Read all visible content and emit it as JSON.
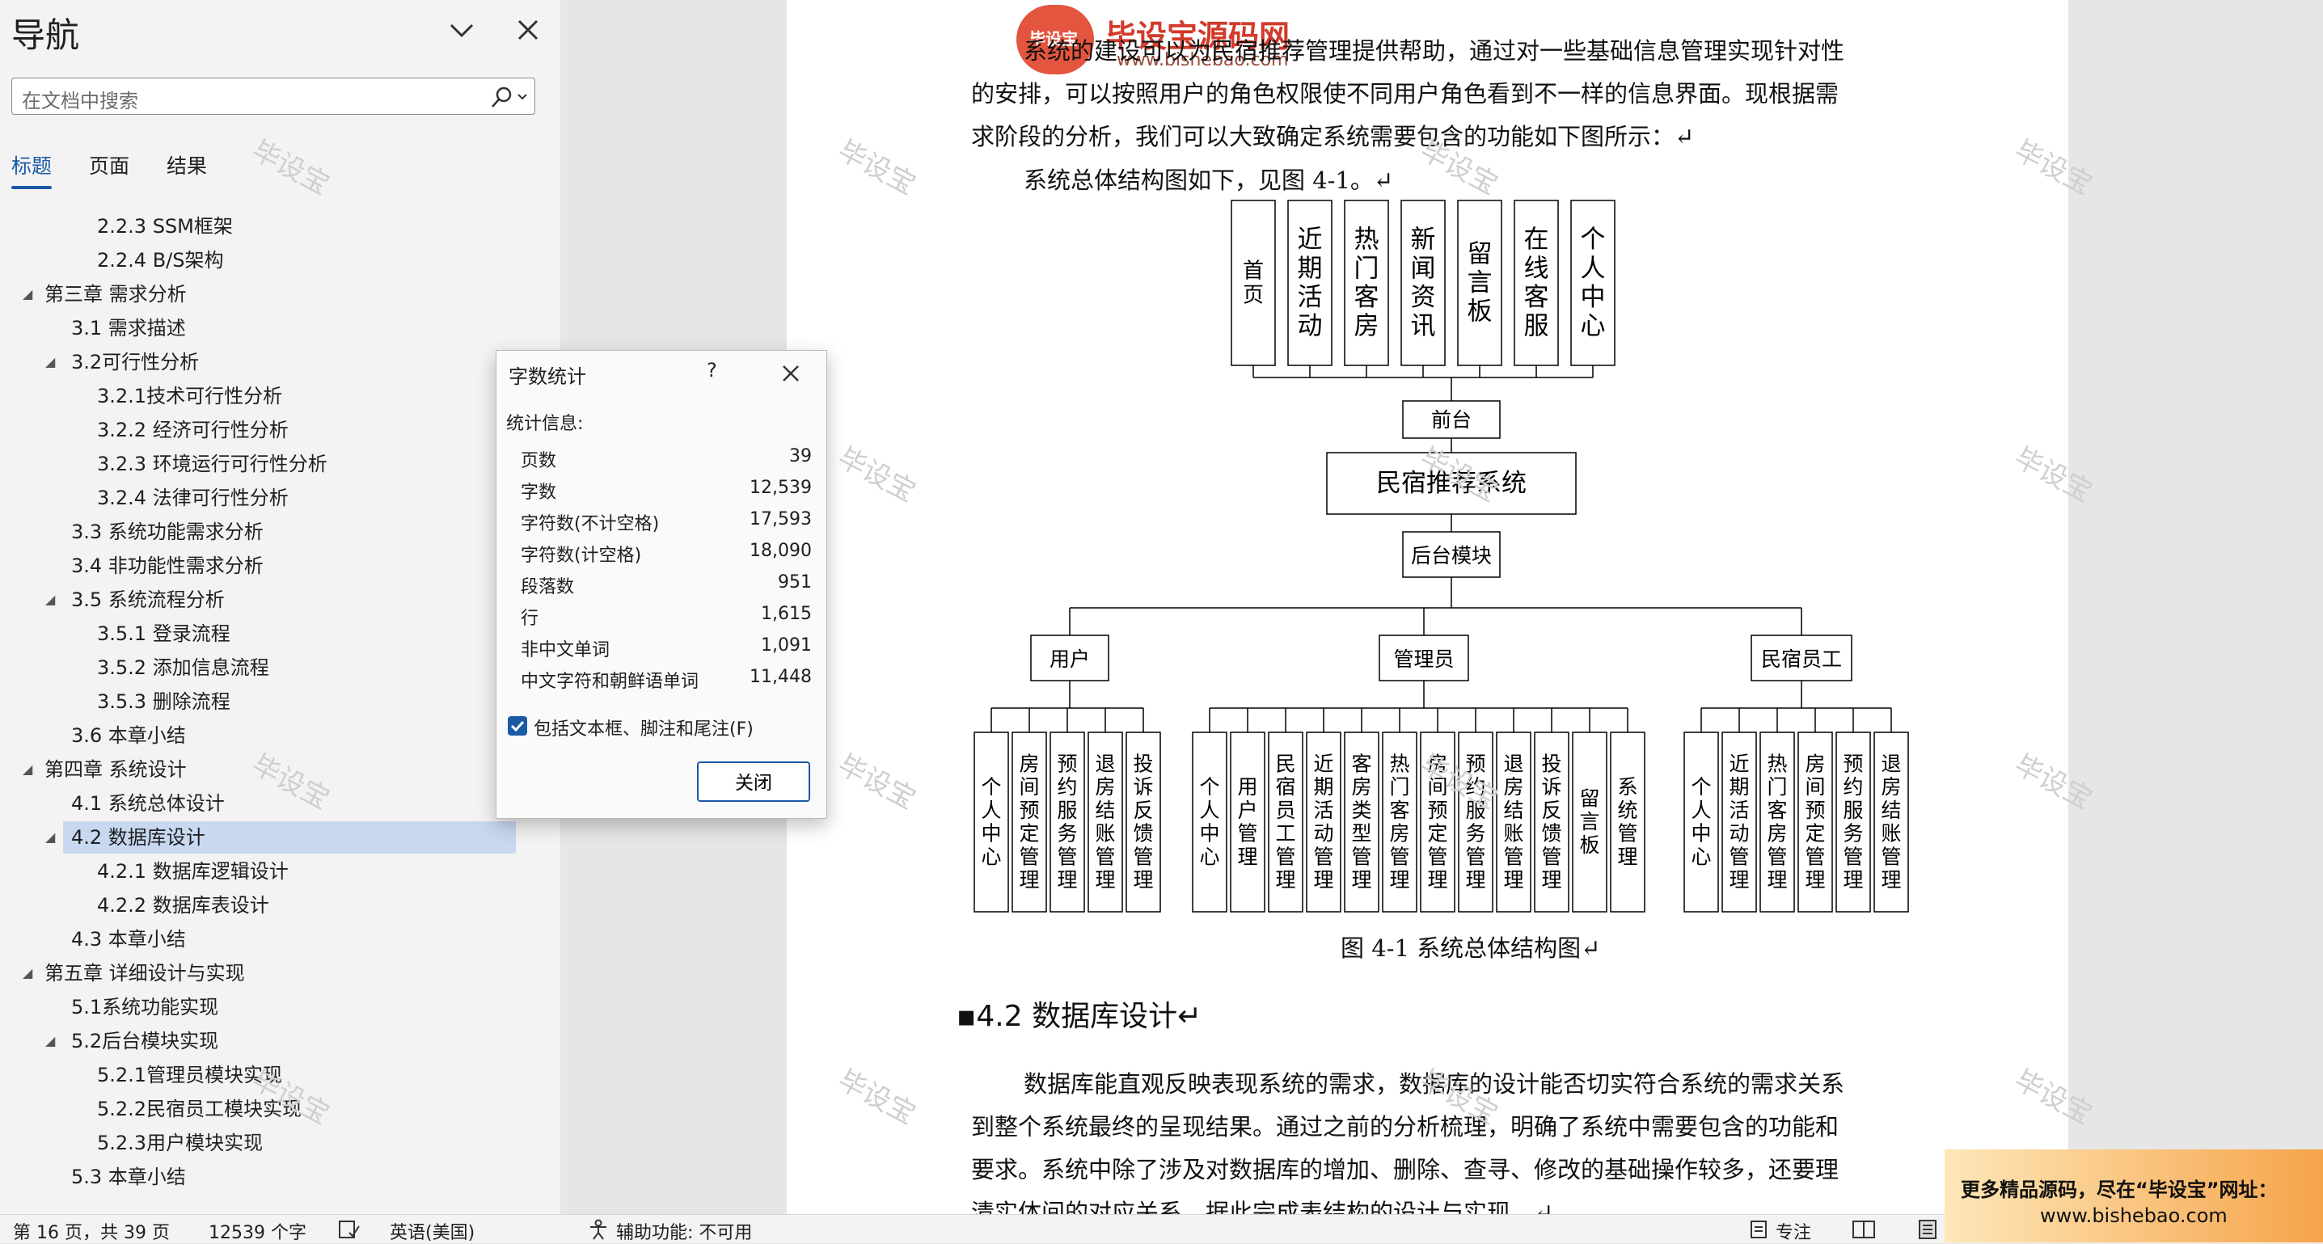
{
  "nav": {
    "title": "导航",
    "search_placeholder": "在文档中搜索",
    "tabs": [
      "标题",
      "页面",
      "结果"
    ],
    "items": [
      {
        "label": "2.2.3 SSM框架",
        "level": 3,
        "toggle": ""
      },
      {
        "label": "2.2.4 B/S架构",
        "level": 3,
        "toggle": ""
      },
      {
        "label": "第三章 需求分析",
        "level": 1,
        "toggle": "◢"
      },
      {
        "label": "3.1 需求描述",
        "level": 2,
        "toggle": ""
      },
      {
        "label": "3.2可行性分析",
        "level": 2,
        "toggle": "◢"
      },
      {
        "label": "3.2.1技术可行性分析",
        "level": 3,
        "toggle": ""
      },
      {
        "label": "3.2.2 经济可行性分析",
        "level": 3,
        "toggle": ""
      },
      {
        "label": "3.2.3 环境运行可行性分析",
        "level": 3,
        "toggle": ""
      },
      {
        "label": "3.2.4 法律可行性分析",
        "level": 3,
        "toggle": ""
      },
      {
        "label": "3.3 系统功能需求分析",
        "level": 2,
        "toggle": ""
      },
      {
        "label": "3.4 非功能性需求分析",
        "level": 2,
        "toggle": ""
      },
      {
        "label": "3.5 系统流程分析",
        "level": 2,
        "toggle": "◢"
      },
      {
        "label": "3.5.1 登录流程",
        "level": 3,
        "toggle": ""
      },
      {
        "label": "3.5.2 添加信息流程",
        "level": 3,
        "toggle": ""
      },
      {
        "label": "3.5.3 删除流程",
        "level": 3,
        "toggle": ""
      },
      {
        "label": "3.6 本章小结",
        "level": 2,
        "toggle": ""
      },
      {
        "label": "第四章 系统设计",
        "level": 1,
        "toggle": "◢"
      },
      {
        "label": "4.1 系统总体设计",
        "level": 2,
        "toggle": ""
      },
      {
        "label": "4.2 数据库设计",
        "level": 2,
        "toggle": "◢",
        "selected": true
      },
      {
        "label": "4.2.1 数据库逻辑设计",
        "level": 3,
        "toggle": ""
      },
      {
        "label": "4.2.2 数据库表设计",
        "level": 3,
        "toggle": ""
      },
      {
        "label": "4.3 本章小结",
        "level": 2,
        "toggle": ""
      },
      {
        "label": "第五章 详细设计与实现",
        "level": 1,
        "toggle": "◢"
      },
      {
        "label": "5.1系统功能实现",
        "level": 2,
        "toggle": ""
      },
      {
        "label": "5.2后台模块实现",
        "level": 2,
        "toggle": "◢"
      },
      {
        "label": "5.2.1管理员模块实现",
        "level": 3,
        "toggle": ""
      },
      {
        "label": "5.2.2民宿员工模块实现",
        "level": 3,
        "toggle": ""
      },
      {
        "label": "5.2.3用户模块实现",
        "level": 3,
        "toggle": ""
      },
      {
        "label": "5.3 本章小结",
        "level": 2,
        "toggle": ""
      }
    ]
  },
  "dialog": {
    "title": "字数统计",
    "help": "?",
    "subtitle": "统计信息:",
    "stats": [
      {
        "label": "页数",
        "value": "39"
      },
      {
        "label": "字数",
        "value": "12,539"
      },
      {
        "label": "字符数(不计空格)",
        "value": "17,593"
      },
      {
        "label": "字符数(计空格)",
        "value": "18,090"
      },
      {
        "label": "段落数",
        "value": "951"
      },
      {
        "label": "行",
        "value": "1,615"
      },
      {
        "label": "非中文单词",
        "value": "1,091"
      },
      {
        "label": "中文字符和朝鲜语单词",
        "value": "11,448"
      }
    ],
    "checkbox_label": "包括文本框、脚注和尾注(F)",
    "checkbox_checked": true,
    "close_label": "关闭"
  },
  "document": {
    "para1_lines": [
      "系统的建设可以为民宿推荐管理提供帮助，通过对一些基础信息管理实现针对性",
      "的安排，可以按照用户的角色权限使不同用户角色看到不一样的信息界面。现根据需",
      "求阶段的分析，我们可以大致确定系统需要包含的功能如下图所示：↵"
    ],
    "para2": "系统总体结构图如下，见图 4-1。↵",
    "diagram": {
      "front_modules": [
        "首页",
        "近期活动",
        "热门客房",
        "新闻资讯",
        "留言板",
        "在线客服",
        "个人中心"
      ],
      "front_label": "前台",
      "root_label": "民宿推荐系统",
      "back_label": "后台模块",
      "roles": [
        {
          "name": "用户",
          "modules": [
            "个人中心",
            "房间预定管理",
            "预约服务管理",
            "退房结账管理",
            "投诉反馈管理"
          ]
        },
        {
          "name": "管理员",
          "modules": [
            "个人中心",
            "用户管理",
            "民宿员工管理",
            "近期活动管理",
            "客房类型管理",
            "热门客房管理",
            "房间预定管理",
            "预约服务管理",
            "退房结账管理",
            "投诉反馈管理",
            "留言板",
            "系统管理"
          ]
        },
        {
          "name": "民宿员工",
          "modules": [
            "个人中心",
            "近期活动管理",
            "热门客房管理",
            "房间预定管理",
            "预约服务管理",
            "退房结账管理"
          ]
        }
      ]
    },
    "caption": "图 4-1  系统总体结构图↵",
    "heading": "4.2  数据库设计↵",
    "para3_lines": [
      "数据库能直观反映表现系统的需求，数据库的设计能否切实符合系统的需求关系",
      "到整个系统最终的呈现结果。通过之前的分析梳理，明确了系统中需要包含的功能和",
      "要求。系统中除了涉及对数据库的增加、删除、查寻、修改的基础操作较多，还要理",
      "清实体间的对应关系，据此完成表结构的设计与实现。↵"
    ]
  },
  "watermark": {
    "text": "毕设宝",
    "logo_title": "毕设宝源码网",
    "logo_url": "www.bishebao.com",
    "logo_badge": "毕设宝"
  },
  "status": {
    "page": "第 16 页，共 39 页",
    "words": "12539 个字",
    "language": "英语(美国)",
    "accessibility": "辅助功能: 不可用",
    "focus": "专注"
  },
  "ad": {
    "line1": "更多精品源码，尽在“毕设宝”网址：",
    "line2": "www.bishebao.com"
  }
}
